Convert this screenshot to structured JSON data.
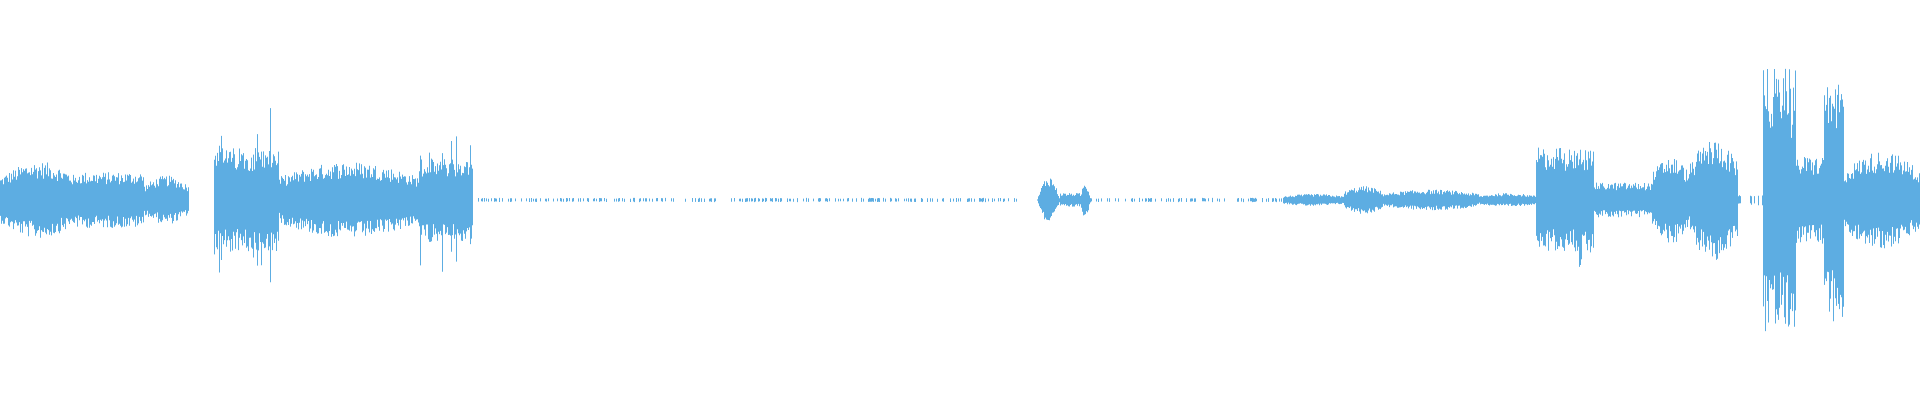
{
  "waveform": {
    "color": "#5dade2",
    "background": "#ffffff",
    "amplitude_range": [
      -1,
      1
    ],
    "duration_fraction_range": [
      0,
      1
    ],
    "segments": [
      {
        "start": 0.0,
        "end": 0.04,
        "amp": 0.22,
        "shape": "swell"
      },
      {
        "start": 0.04,
        "end": 0.075,
        "amp": 0.16,
        "shape": "flat"
      },
      {
        "start": 0.075,
        "end": 0.098,
        "amp": 0.14,
        "shape": "swell"
      },
      {
        "start": 0.098,
        "end": 0.111,
        "amp": 0.0,
        "shape": "silence"
      },
      {
        "start": 0.111,
        "end": 0.145,
        "amp": 0.3,
        "shape": "busy",
        "peak": 0.55
      },
      {
        "start": 0.145,
        "end": 0.218,
        "amp": 0.22,
        "shape": "swell"
      },
      {
        "start": 0.218,
        "end": 0.246,
        "amp": 0.24,
        "shape": "busy",
        "peak": 0.46
      },
      {
        "start": 0.246,
        "end": 0.53,
        "amp": 0.012,
        "shape": "quiet"
      },
      {
        "start": 0.54,
        "end": 0.552,
        "amp": 0.14,
        "shape": "burst"
      },
      {
        "start": 0.552,
        "end": 0.562,
        "amp": 0.04,
        "shape": "flat"
      },
      {
        "start": 0.562,
        "end": 0.568,
        "amp": 0.1,
        "shape": "burst"
      },
      {
        "start": 0.568,
        "end": 0.668,
        "amp": 0.012,
        "shape": "quiet"
      },
      {
        "start": 0.668,
        "end": 0.7,
        "amp": 0.035,
        "shape": "swell"
      },
      {
        "start": 0.7,
        "end": 0.72,
        "amp": 0.08,
        "shape": "swell"
      },
      {
        "start": 0.72,
        "end": 0.77,
        "amp": 0.06,
        "shape": "swell"
      },
      {
        "start": 0.77,
        "end": 0.8,
        "amp": 0.04,
        "shape": "swell"
      },
      {
        "start": 0.8,
        "end": 0.83,
        "amp": 0.3,
        "shape": "busy",
        "peak": 0.42
      },
      {
        "start": 0.83,
        "end": 0.86,
        "amp": 0.1,
        "shape": "flat"
      },
      {
        "start": 0.86,
        "end": 0.88,
        "amp": 0.25,
        "shape": "swell"
      },
      {
        "start": 0.88,
        "end": 0.905,
        "amp": 0.35,
        "shape": "swell",
        "peak": 0.45
      },
      {
        "start": 0.905,
        "end": 0.918,
        "amp": 0.03,
        "shape": "quiet"
      },
      {
        "start": 0.918,
        "end": 0.935,
        "amp": 0.75,
        "shape": "busy",
        "peak": 0.92
      },
      {
        "start": 0.935,
        "end": 0.95,
        "amp": 0.25,
        "shape": "flat"
      },
      {
        "start": 0.95,
        "end": 0.96,
        "amp": 0.7,
        "shape": "busy",
        "peak": 0.85
      },
      {
        "start": 0.96,
        "end": 1.0,
        "amp": 0.28,
        "shape": "swell"
      }
    ]
  }
}
